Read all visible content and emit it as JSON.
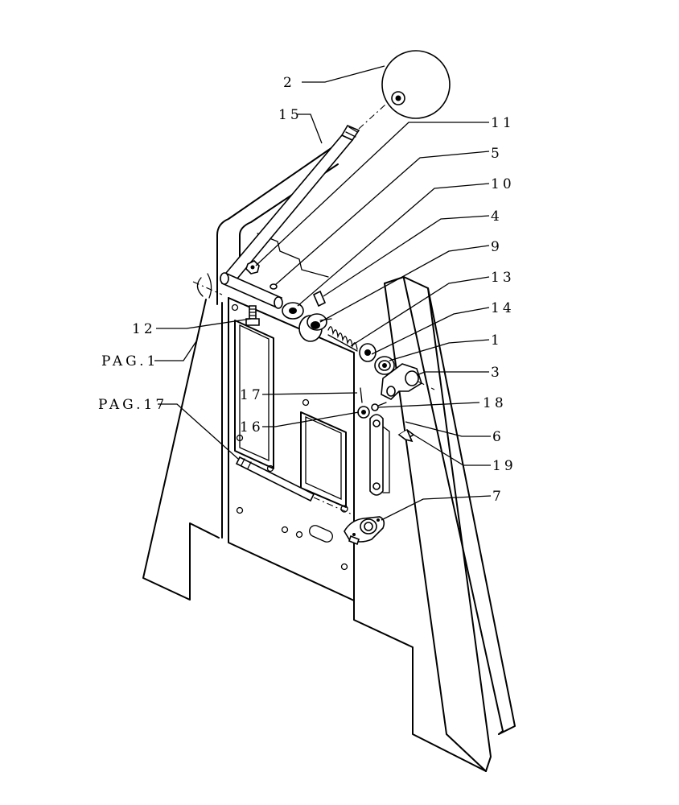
{
  "diagram": {
    "labels": {
      "l2": "2",
      "l15": "15",
      "l11": "11",
      "l5": "5",
      "l10": "10",
      "l4": "4",
      "l9": "9",
      "l13": "13",
      "l14": "14",
      "l1": "1",
      "l3": "3",
      "l18": "18",
      "l6": "6",
      "l19": "19",
      "l7": "7",
      "l12": "12",
      "lpag1": "PAG.1",
      "lpag17": "PAG.17",
      "l17": "17",
      "l16": "16"
    }
  }
}
